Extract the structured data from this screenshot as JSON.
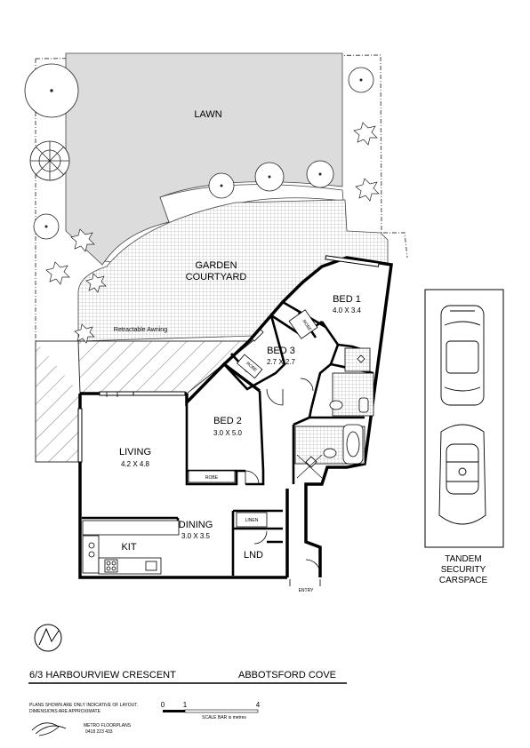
{
  "rooms": {
    "lawn": "LAWN",
    "garden_line1": "GARDEN",
    "garden_line2": "COURTYARD",
    "awning": "Retractable Awning",
    "bed1": "BED 1",
    "bed1_dim": "4.0 X 3.4",
    "bed3": "BED 3",
    "bed3_dim": "2.7 X 2.7",
    "bed2": "BED 2",
    "bed2_dim": "3.0 X 5.0",
    "living": "LIVING",
    "living_dim": "4.2 X 4.8",
    "dining": "DINING",
    "dining_dim": "3.0 X 3.5",
    "kit": "KIT",
    "lnd": "LND",
    "linen": "LINEN",
    "robe": "ROBE",
    "entry": "ENTRY"
  },
  "carspace": {
    "line1": "TANDEM",
    "line2": "SECURITY",
    "line3": "CARSPACE"
  },
  "footer": {
    "address": "6/3 HARBOURVIEW CRESCENT",
    "suburb": "ABBOTSFORD COVE",
    "disclaimer_1": "PLANS SHOWN ARE ONLY INDICATIVE OF LAYOUT.",
    "disclaimer_2": "DIMENSIONS ARE APPROXIMATE",
    "scale_0": "0",
    "scale_1": "1",
    "scale_4": "4",
    "scale_note": "SCALE BAR is metres",
    "company": "METRO FLOORPLANS",
    "phone": "0418 223 433"
  }
}
